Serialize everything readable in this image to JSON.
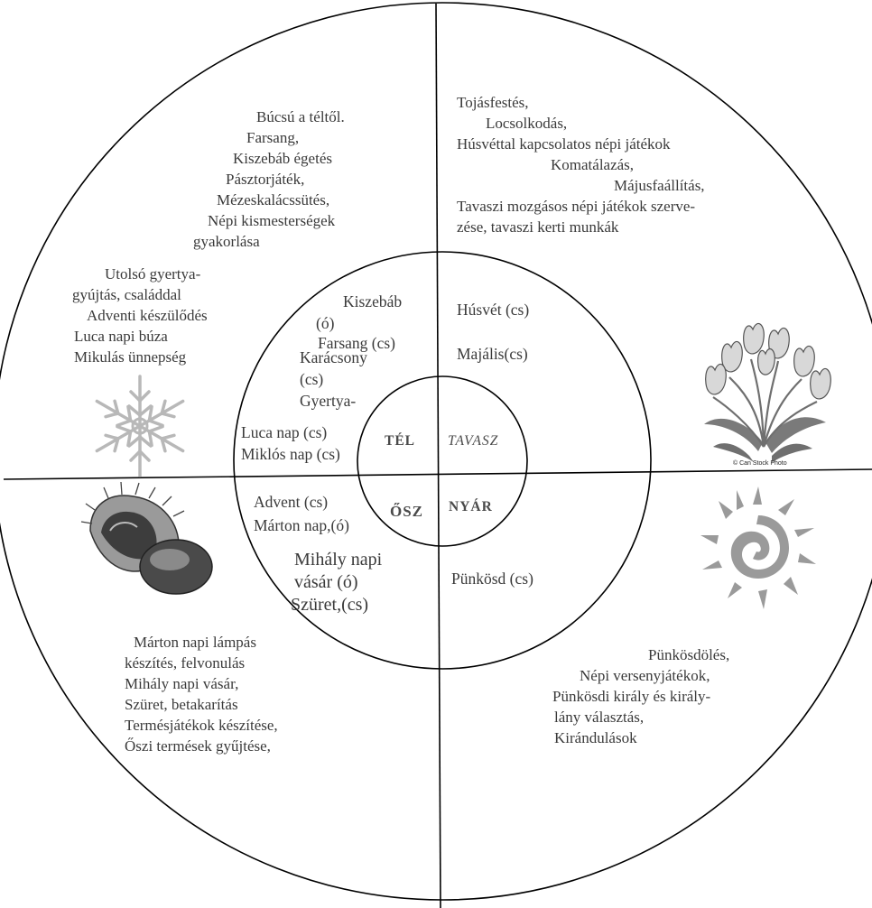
{
  "seasons": {
    "winter": "TÉL",
    "spring": "TAVASZ",
    "autumn": "ŐSZ",
    "summer": "NYÁR"
  },
  "outer_ring": {
    "winter_top": [
      "Búcsú a téltől.",
      "Farsang,",
      "Kiszebáb égetés",
      "Pásztorjáték,",
      "Mézeskalácssütés,",
      "Népi kismesterségek",
      "gyakorlása"
    ],
    "winter_left": [
      "Utolsó gyertya-",
      "gyújtás, családdal",
      "Adventi készülődés",
      "Luca napi búza",
      "Mikulás ünnepség"
    ],
    "spring": [
      "Tojásfestés,",
      "Locsolkodás,",
      "Húsvéttal kapcsolatos népi játékok",
      "Komatálazás,",
      "Májusfaállítás,",
      "Tavaszi mozgásos népi játékok szerve-",
      "zése, tavaszi kerti munkák"
    ],
    "autumn": [
      "Márton napi lámpás",
      "készítés, felvonulás",
      "Mihály napi vásár,",
      "Szüret, betakarítás",
      "Termésjátékok készítése,",
      "Őszi termések gyűjtése,"
    ],
    "summer": [
      "Pünkösdölés,",
      "Népi versenyjátékok,",
      "Pünkösdi király és király-",
      "lány választás,",
      "Kirándulások"
    ]
  },
  "middle_ring": {
    "winter": {
      "kiszebab": [
        "Kiszebáb",
        "(ó)"
      ],
      "farsang": "Farsang (cs)",
      "karacsony": [
        "Karácsony",
        "(cs)"
      ],
      "gyertya": "Gyertya-",
      "luca": "Luca nap (cs)",
      "miklos": "Miklós nap (cs)"
    },
    "spring": {
      "husvet": "Húsvét (cs)",
      "majalis": "Majális(cs)"
    },
    "autumn": {
      "advent": "Advent (cs)",
      "marton": "Márton nap,(ó)",
      "mihaly": [
        "Mihály napi",
        "vásár (ó)",
        "Szüret,(cs)"
      ]
    },
    "summer": {
      "punkosd": "Pünkösd (cs)"
    }
  },
  "images": {
    "snowflake": "snowflake-icon",
    "tulips": "tulips-icon",
    "chestnut": "chestnut-icon",
    "sun": "sun-icon",
    "credit": "© Can Stock Photo"
  },
  "colors": {
    "line": "#000000",
    "text": "#3a3a3a",
    "snowflake": "#b8b8b8",
    "sun": "#9a9a9a",
    "tulip_dark": "#555555",
    "leaf": "#6f6f6f"
  }
}
